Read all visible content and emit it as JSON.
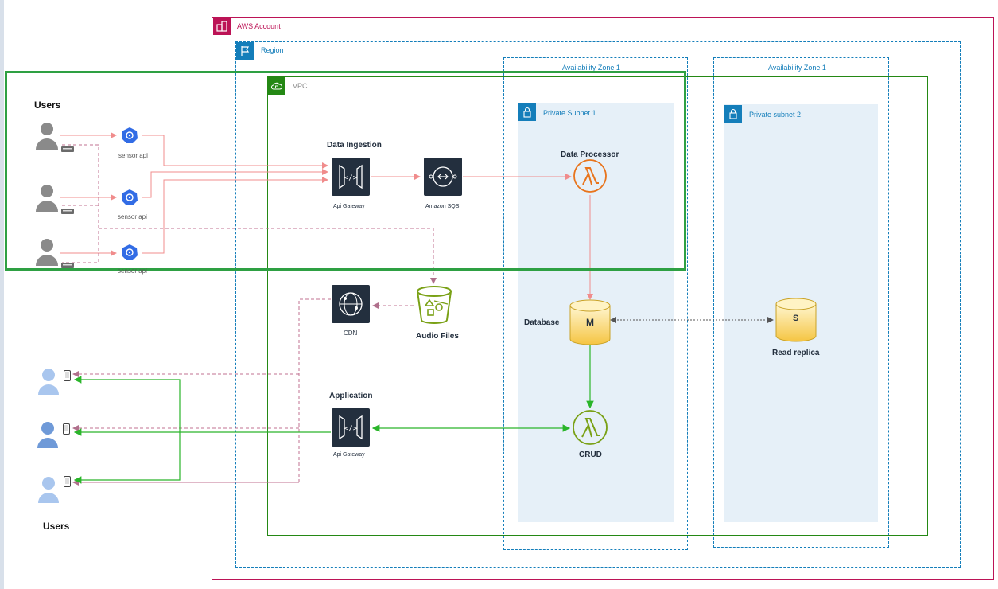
{
  "groups": {
    "aws_account": "AWS Account",
    "region": "Region",
    "az1": "Availability Zone 1",
    "az2": "Availability Zone 1",
    "vpc": "VPC",
    "subnet1": "Private Subnet 1",
    "subnet2": "Private subnet 2"
  },
  "users_top": "Users",
  "users_bottom": "Users",
  "sensor_labels": [
    "sensor api",
    "sensor api",
    "sensor api"
  ],
  "data_ingestion": {
    "title": "Data Ingestion",
    "gateway": "Api Gateway",
    "sqs": "Amazon SQS"
  },
  "data_processor": "Data Processor",
  "database": {
    "label": "Database",
    "master": "M",
    "replica": "S",
    "replica_label": "Read replica"
  },
  "cdn": "CDN",
  "audio_files": "Audio Files",
  "application": {
    "title": "Application",
    "gateway": "Api Gateway"
  },
  "crud": "CRUD",
  "colors": {
    "account": "#bc1356",
    "region": "#147eba",
    "vpc": "#248814",
    "subnet_fill": "#e6f0f8",
    "highlight": "#2ea043",
    "pink_line": "#f08c8c",
    "green_line": "#2ab52a",
    "dash_line": "#c07090",
    "lambda_orange": "#e8741c",
    "lambda_green": "#7aa116",
    "s3_green": "#7aa116",
    "db_yellow": "#f5c542"
  }
}
